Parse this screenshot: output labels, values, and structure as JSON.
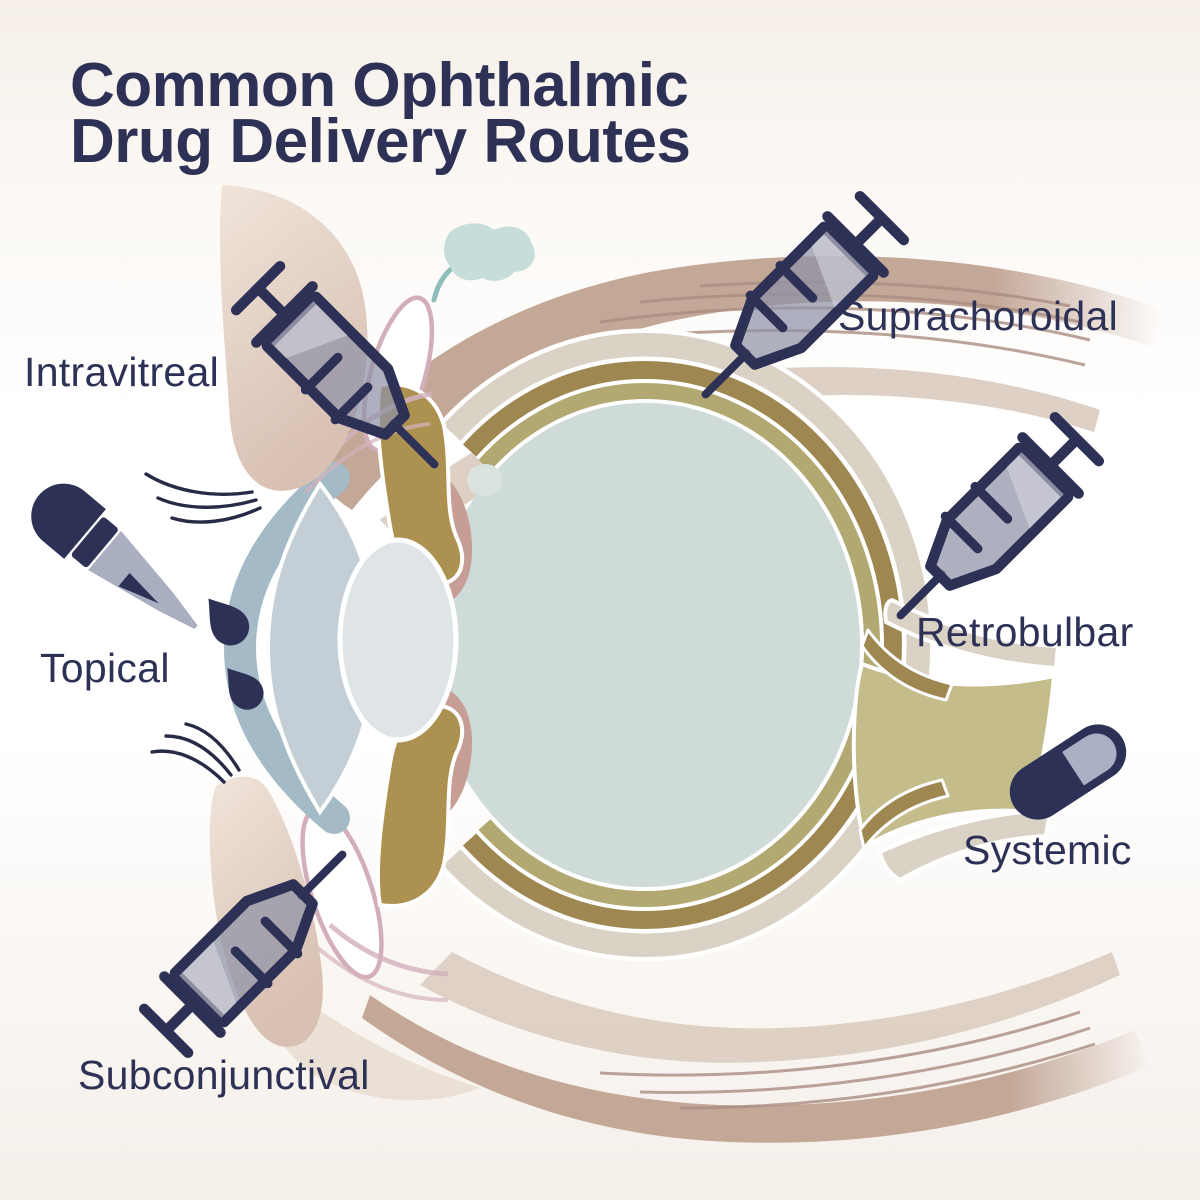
{
  "title": {
    "line1": "Common Ophthalmic",
    "line2": "Drug Delivery Routes"
  },
  "routes": {
    "intravitreal": {
      "label": "Intravitreal",
      "icon": "syringe-icon"
    },
    "suprachoroidal": {
      "label": "Suprachoroidal",
      "icon": "syringe-icon"
    },
    "topical": {
      "label": "Topical",
      "icon": "eye-dropper-icon"
    },
    "retrobulbar": {
      "label": "Retrobulbar",
      "icon": "syringe-icon"
    },
    "systemic": {
      "label": "Systemic",
      "icon": "pill-capsule-icon"
    },
    "subconjunctival": {
      "label": "Subconjunctival",
      "icon": "syringe-icon"
    }
  },
  "illustration": "cross-section of human eye with drug delivery route icons",
  "colors": {
    "navy": "#2d3156",
    "background_cream": "#f6efe9",
    "sclera_beige": "#dad2c5",
    "choroid_gold": "#9f8751",
    "retina_olive": "#b2a871",
    "vitreous_blue": "#cedbd8",
    "cornea_blue": "#a4bac7",
    "chamber_blue": "#c3ced6",
    "lens_gray": "#dfe4e7",
    "iris_gold": "#ad9150",
    "tissue_pink": "#c79e96",
    "muscle_tan": "#c3a797",
    "skin_beige": "#e9dacf",
    "outline_pink": "#d2aeba",
    "gland_teal": "#c7ddd9",
    "icon_gray": "#9e9dac",
    "optic_nerve_olive": "#c5bc8c"
  }
}
